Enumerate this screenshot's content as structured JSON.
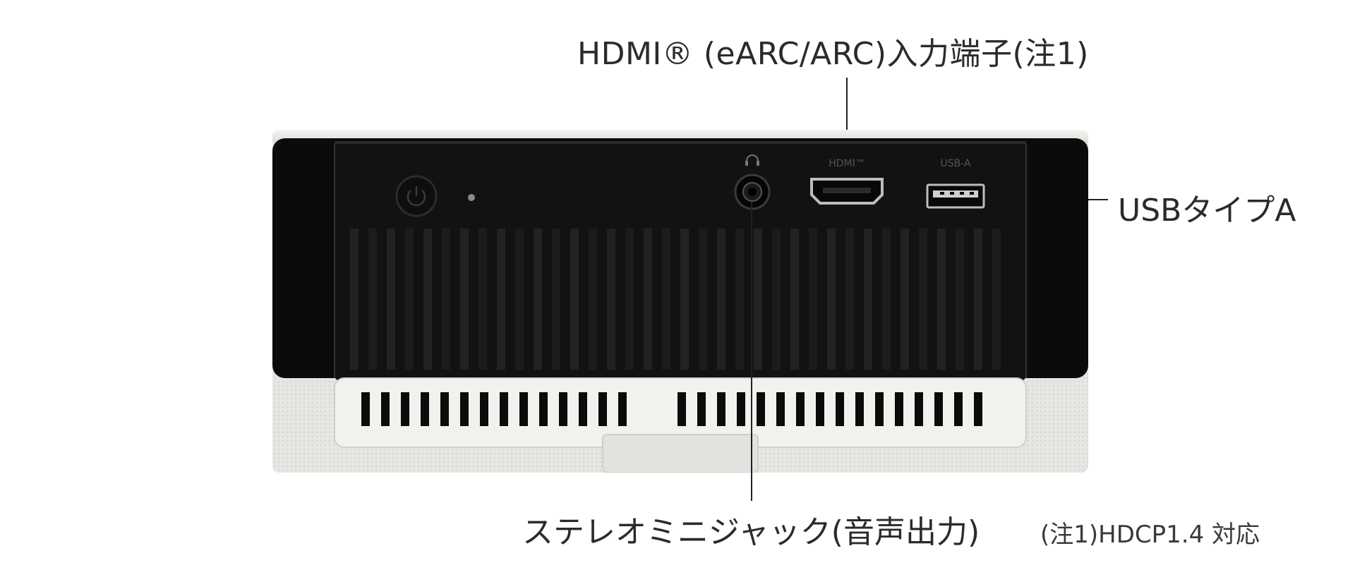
{
  "labels": {
    "hdmi": "HDMI® (eARC/ARC)入力端子(注1)",
    "usb": "USBタイプA",
    "stereo": "ステレオミニジャック(音声出力)",
    "note": "(注1)HDCP1.4 対応"
  },
  "device": {
    "hdmi_port_text": "HDMI™",
    "usb_port_text": "USB-A",
    "body_color": "#0c0c0c",
    "shell_color": "#e8e8e4"
  }
}
